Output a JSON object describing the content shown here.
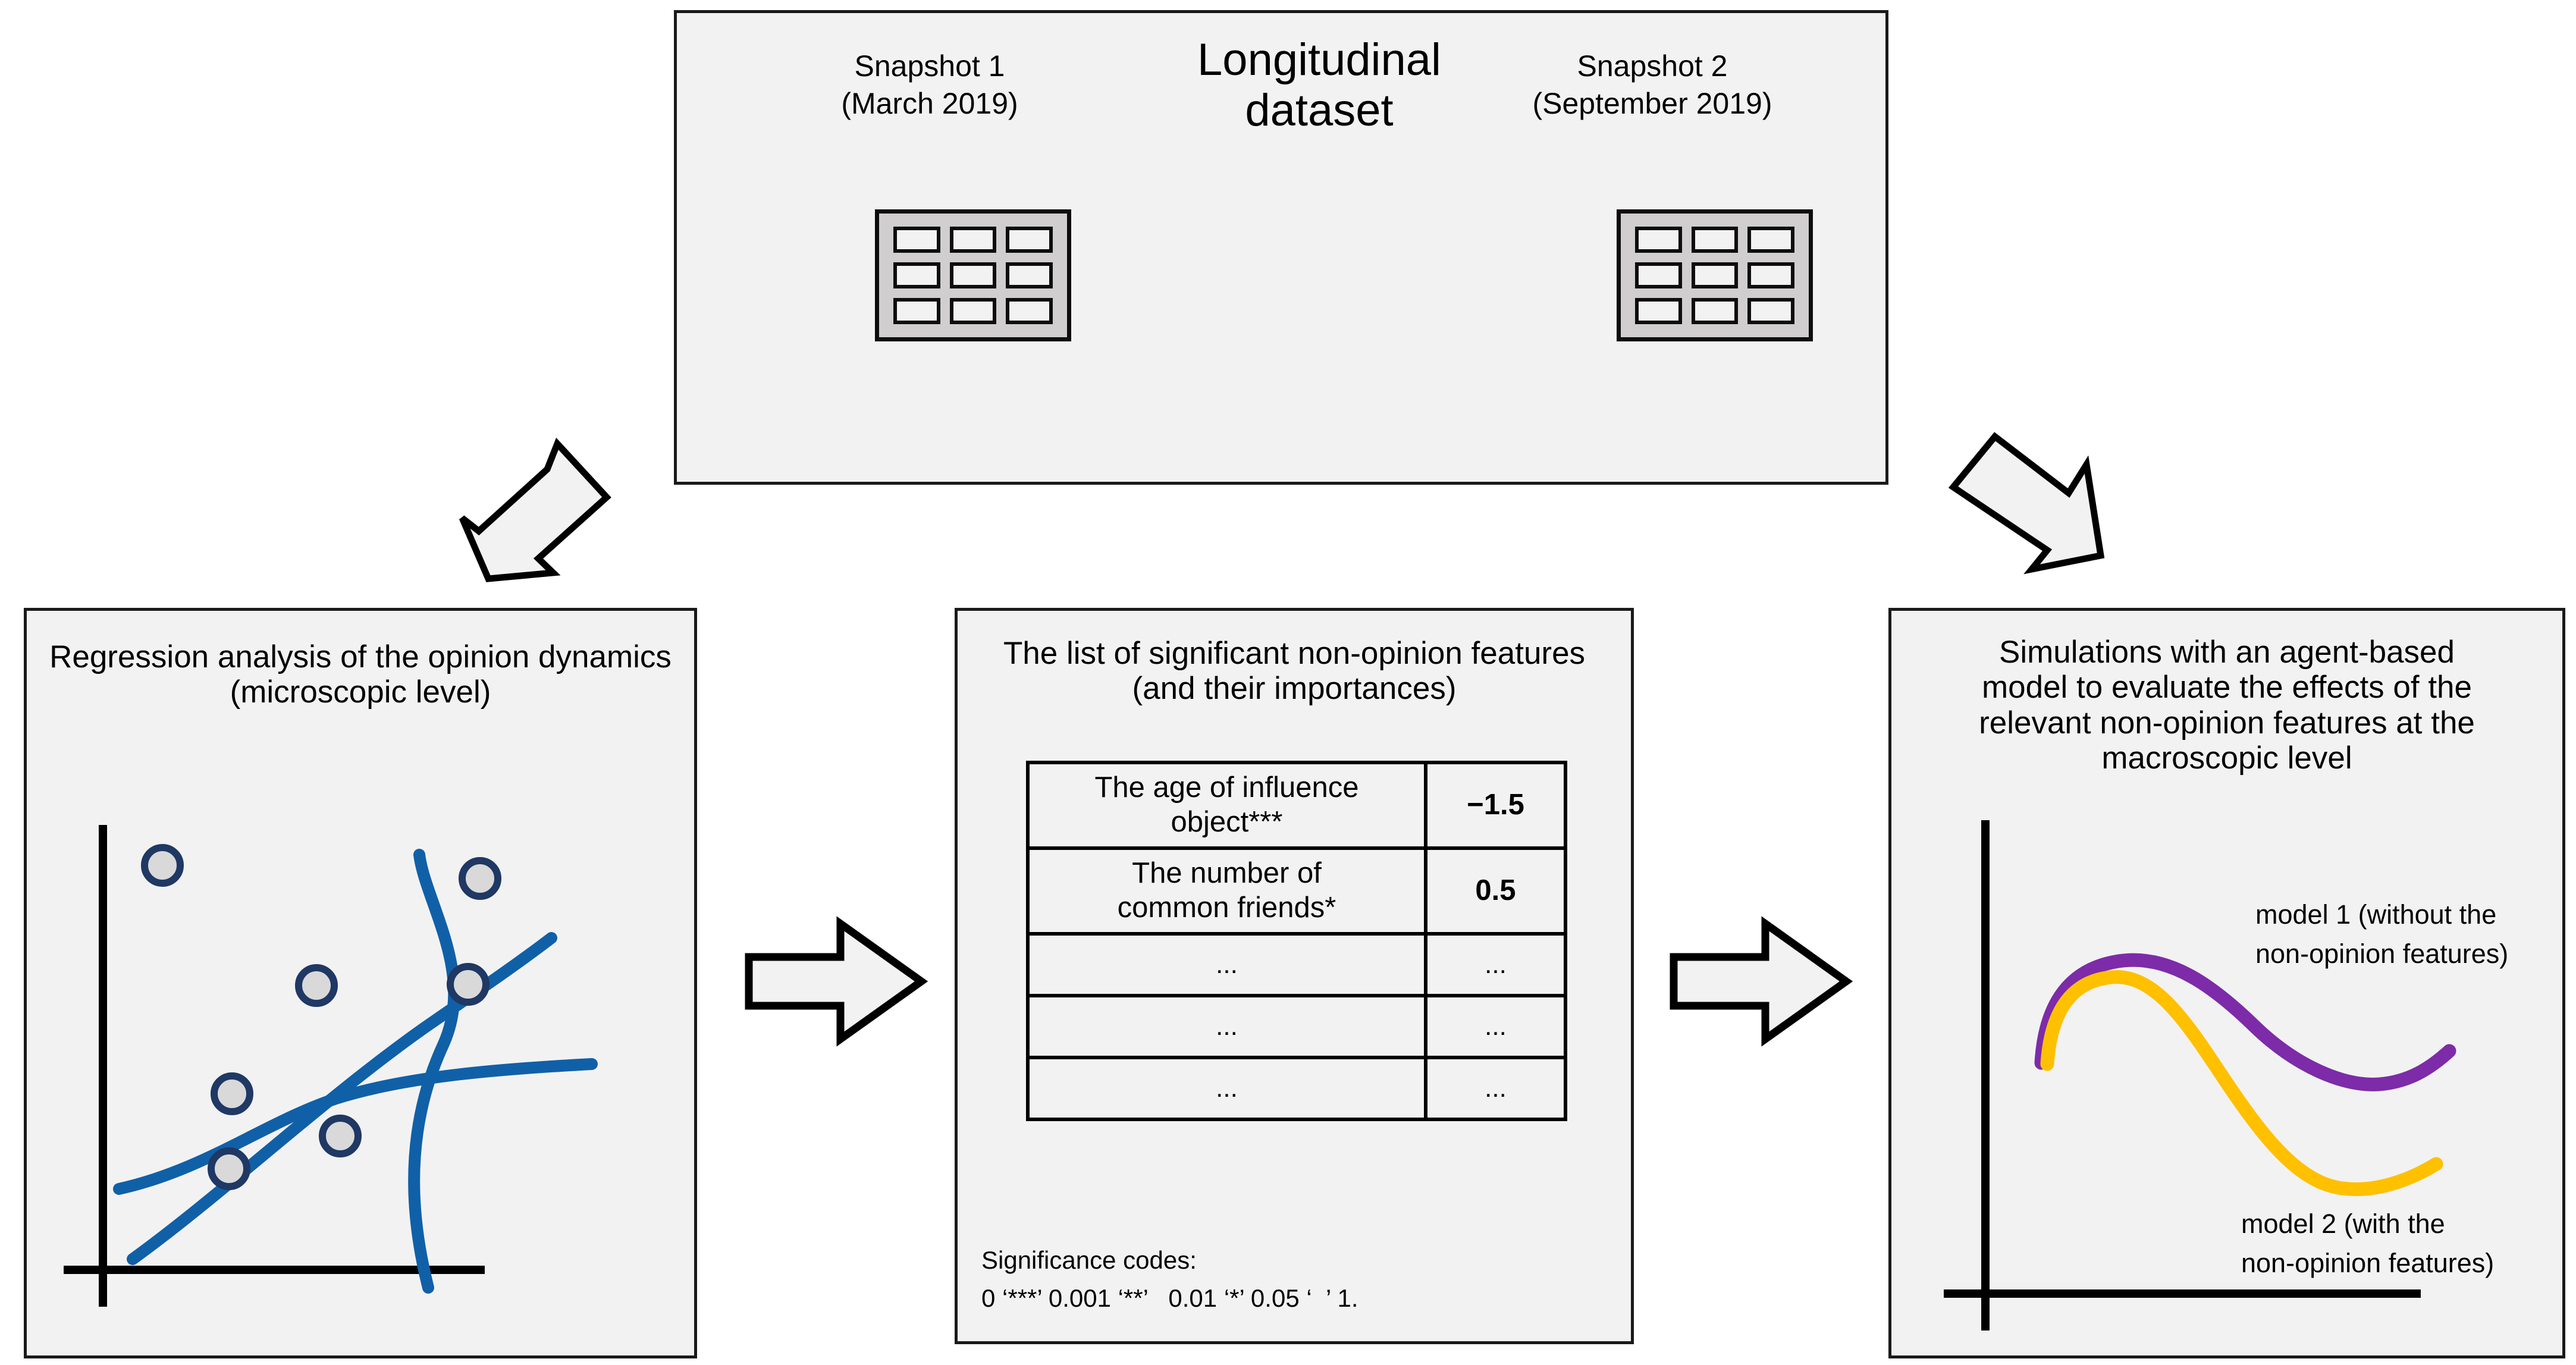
{
  "top": {
    "dataset_title": "Longitudinal\ndataset",
    "snapshot1_label": "Snapshot 1\n(March 2019)",
    "snapshot2_label": "Snapshot 2\n(September 2019)",
    "grid_cells": [
      "",
      "",
      "",
      "",
      "",
      "",
      "",
      "",
      ""
    ]
  },
  "left": {
    "title": "Regression analysis of the opinion dynamics\n(microscopic level)"
  },
  "middle": {
    "title": "The list of significant non-opinion features\n(and their importances)",
    "table": {
      "rows": [
        {
          "feature": "The age of influence\nobject***",
          "importance": "−1.5"
        },
        {
          "feature": "The number of\ncommon friends*",
          "importance": "0.5"
        },
        {
          "feature": "...",
          "importance": "..."
        },
        {
          "feature": "...",
          "importance": "..."
        },
        {
          "feature": "...",
          "importance": "..."
        }
      ]
    },
    "significance_heading": "Significance codes:",
    "significance_codes": "0 ‘***’ 0.001 ‘**’   0.01 ‘*’ 0.05 ‘  ’ 1."
  },
  "right": {
    "title": "Simulations with an agent-based\nmodel to evaluate the effects of the\nrelevant non-opinion features at the\nmacroscopic level",
    "model1_label": "model 1 (without the\nnon-opinion features)",
    "model2_label": "model 2 (with the\nnon-opinion features)"
  },
  "colors": {
    "panel_fill": "#f2f2f2",
    "panel_border": "#1a1a1a",
    "grid_frame": "#d0cece",
    "regression_curve": "#1060a8",
    "point_fill": "#d9d9d9",
    "point_stroke": "#1f3864",
    "model1_curve": "#7d2ba8",
    "model2_curve": "#ffc000",
    "axis": "#000000"
  },
  "chart_data": [
    {
      "type": "scatter",
      "title": "Regression analysis of the opinion dynamics (microscopic level)",
      "xlabel": "",
      "ylabel": "",
      "points": [
        {
          "x": 0.1,
          "y": 0.87
        },
        {
          "x": 0.42,
          "y": 0.58
        },
        {
          "x": 0.24,
          "y": 0.3
        },
        {
          "x": 0.23,
          "y": 0.11
        },
        {
          "x": 0.47,
          "y": 0.2
        },
        {
          "x": 0.78,
          "y": 0.84
        },
        {
          "x": 0.75,
          "y": 0.56
        }
      ],
      "series": [
        {
          "name": "fit-curve-upper",
          "shape": "concave-rising"
        },
        {
          "name": "fit-curve-steep",
          "shape": "exponential-rising"
        },
        {
          "name": "fit-curve-lower",
          "shape": "linear-rising"
        }
      ],
      "grid": false,
      "legend": "none"
    },
    {
      "type": "line",
      "title": "Simulations with an agent-based model",
      "xlabel": "",
      "ylabel": "",
      "series": [
        {
          "name": "model 1 (without the non-opinion features)",
          "color": "#7d2ba8",
          "x": [
            0.05,
            0.15,
            0.3,
            0.45,
            0.6,
            0.75,
            0.88,
            0.98
          ],
          "y": [
            0.18,
            0.58,
            0.74,
            0.76,
            0.66,
            0.48,
            0.42,
            0.47
          ]
        },
        {
          "name": "model 2 (with the non-opinion features)",
          "color": "#ffc000",
          "x": [
            0.05,
            0.15,
            0.3,
            0.45,
            0.6,
            0.75,
            0.88,
            0.98
          ],
          "y": [
            0.18,
            0.55,
            0.67,
            0.6,
            0.4,
            0.18,
            0.13,
            0.17
          ]
        }
      ],
      "grid": false,
      "legend": "inline-annotations"
    }
  ]
}
